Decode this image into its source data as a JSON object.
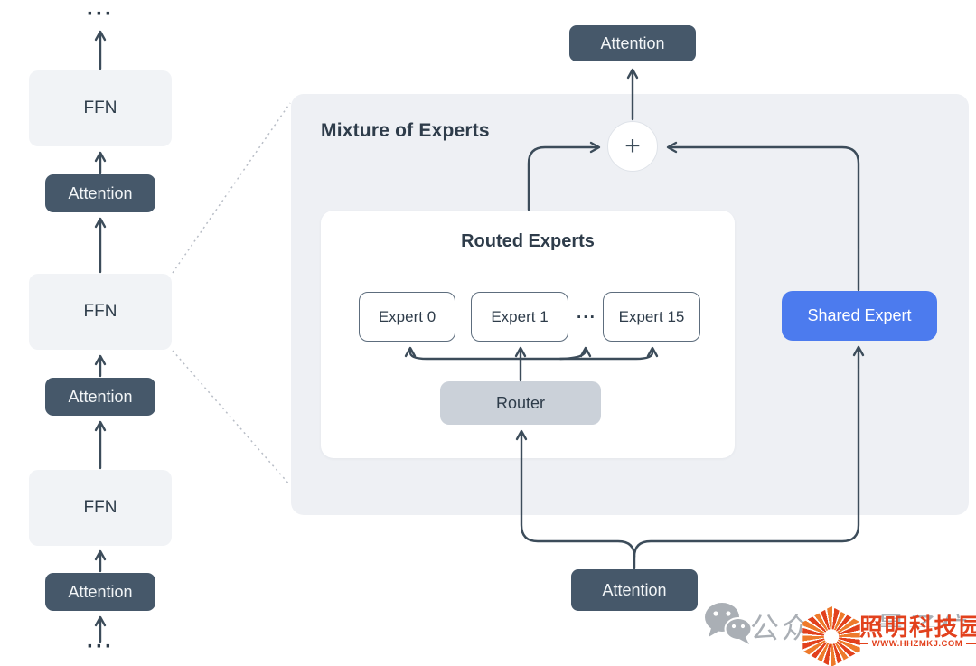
{
  "colors": {
    "dark_slate": "#46586a",
    "line": "#3c4c5a",
    "panel_bg": "#eef0f4",
    "light_box_bg": "#f1f3f6",
    "router_bg": "#cbd1d9",
    "shared_expert_blue": "#4c7bee",
    "watermark_red": "#e2411d",
    "watermark_orange": "#ee7a2b",
    "watermark_gray": "#aaafb5"
  },
  "left_stack": {
    "ellipsis_top": "···",
    "blocks": [
      {
        "label": "FFN"
      },
      {
        "label": "Attention"
      },
      {
        "label": "FFN"
      },
      {
        "label": "Attention"
      },
      {
        "label": "FFN"
      },
      {
        "label": "Attention"
      }
    ],
    "ellipsis_bottom": "···"
  },
  "moe": {
    "title": "Mixture of Experts",
    "attention_top": "Attention",
    "plus_symbol": "+",
    "routed_experts": {
      "title": "Routed Experts",
      "experts": [
        {
          "label": "Expert 0"
        },
        {
          "label": "Expert 1"
        },
        {
          "label": "Expert 15"
        }
      ],
      "ellipsis": "···",
      "router_label": "Router"
    },
    "shared_expert_label": "Shared Expert",
    "attention_bottom": "Attention"
  },
  "watermark": {
    "wechat_account_text": "公众号：量子位",
    "brand_name": "照明科技园",
    "brand_url": "WWW.HHZMKJ.COM"
  }
}
